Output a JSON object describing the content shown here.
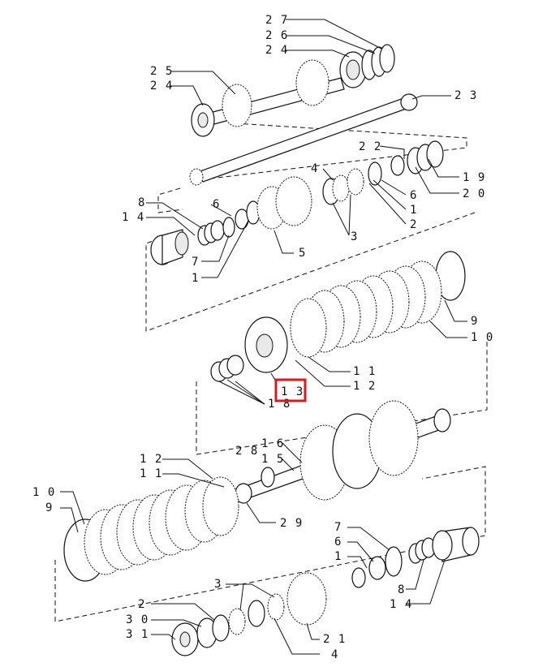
{
  "callouts": [
    {
      "id": "c27a",
      "text": "2 7"
    },
    {
      "id": "c26a",
      "text": "2 6"
    },
    {
      "id": "c24a",
      "text": "2 4"
    },
    {
      "id": "c25",
      "text": "2 5"
    },
    {
      "id": "c24b",
      "text": "2 4"
    },
    {
      "id": "c23",
      "text": "2 3"
    },
    {
      "id": "c22",
      "text": "2 2"
    },
    {
      "id": "c19",
      "text": "1 9"
    },
    {
      "id": "c20",
      "text": "2 0"
    },
    {
      "id": "c4a",
      "text": "4"
    },
    {
      "id": "c6a",
      "text": "6"
    },
    {
      "id": "c1a",
      "text": "1"
    },
    {
      "id": "c2a",
      "text": "2"
    },
    {
      "id": "c3a",
      "text": "3"
    },
    {
      "id": "c8a",
      "text": "8"
    },
    {
      "id": "c14a",
      "text": "1 4"
    },
    {
      "id": "c6b",
      "text": "6"
    },
    {
      "id": "c7a",
      "text": "7"
    },
    {
      "id": "c1b",
      "text": "1"
    },
    {
      "id": "c5",
      "text": "5"
    },
    {
      "id": "c9a",
      "text": "9"
    },
    {
      "id": "c10a",
      "text": "1 0"
    },
    {
      "id": "c11a",
      "text": "1 1"
    },
    {
      "id": "c12a",
      "text": "1 2"
    },
    {
      "id": "c13",
      "text": "1 3"
    },
    {
      "id": "c18",
      "text": "1 8"
    },
    {
      "id": "c28",
      "text": "2 8"
    },
    {
      "id": "c16",
      "text": "1 6"
    },
    {
      "id": "c15",
      "text": "1 5"
    },
    {
      "id": "c12b",
      "text": "1 2"
    },
    {
      "id": "c11b",
      "text": "1 1"
    },
    {
      "id": "c10b",
      "text": "1 0"
    },
    {
      "id": "c9b",
      "text": "9"
    },
    {
      "id": "c29",
      "text": "2 9"
    },
    {
      "id": "c7b",
      "text": "7"
    },
    {
      "id": "c6c",
      "text": "6"
    },
    {
      "id": "c1c",
      "text": "1"
    },
    {
      "id": "c8b",
      "text": "8"
    },
    {
      "id": "c14b",
      "text": "1 4"
    },
    {
      "id": "c3b",
      "text": "3"
    },
    {
      "id": "c2b",
      "text": "2"
    },
    {
      "id": "c30",
      "text": "3 0"
    },
    {
      "id": "c31",
      "text": "3 1"
    },
    {
      "id": "c21",
      "text": "2 1"
    },
    {
      "id": "c4b",
      "text": "4"
    }
  ],
  "highlighted_callout": "c13",
  "colors": {
    "ink": "#111111",
    "highlight": "#e0161b",
    "background": "#ffffff"
  }
}
